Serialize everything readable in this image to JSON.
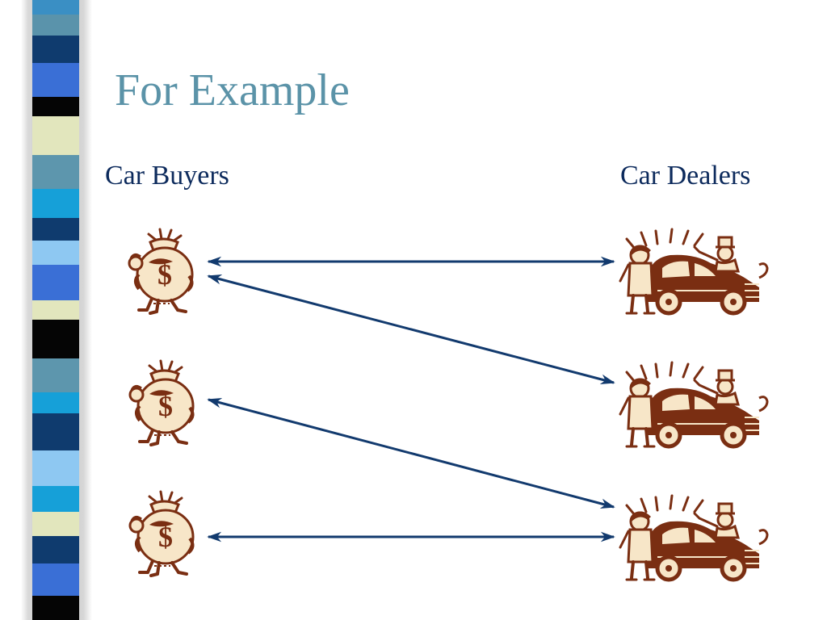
{
  "slide": {
    "title": "For Example",
    "left_label": "Car Buyers",
    "right_label": "Car Dealers"
  },
  "buyers": [
    {
      "icon": "money-bag-icon",
      "symbol": "$"
    },
    {
      "icon": "money-bag-icon",
      "symbol": "$"
    },
    {
      "icon": "money-bag-icon",
      "symbol": "$"
    }
  ],
  "dealers": [
    {
      "icon": "car-dealer-icon"
    },
    {
      "icon": "car-dealer-icon"
    },
    {
      "icon": "car-dealer-icon"
    }
  ],
  "links": [
    {
      "from_buyer": 1,
      "to_dealer": 1,
      "direction": "both"
    },
    {
      "from_buyer": 1,
      "to_dealer": 2,
      "direction": "both"
    },
    {
      "from_buyer": 2,
      "to_dealer": 3,
      "direction": "both"
    },
    {
      "from_buyer": 3,
      "to_dealer": 3,
      "direction": "both"
    }
  ],
  "colors": {
    "title": "#5b93a8",
    "labels": "#0c2a5c",
    "arrows": "#123a6e",
    "clipart": "#7a2e12",
    "clipart_fill": "#f7e6c8"
  }
}
